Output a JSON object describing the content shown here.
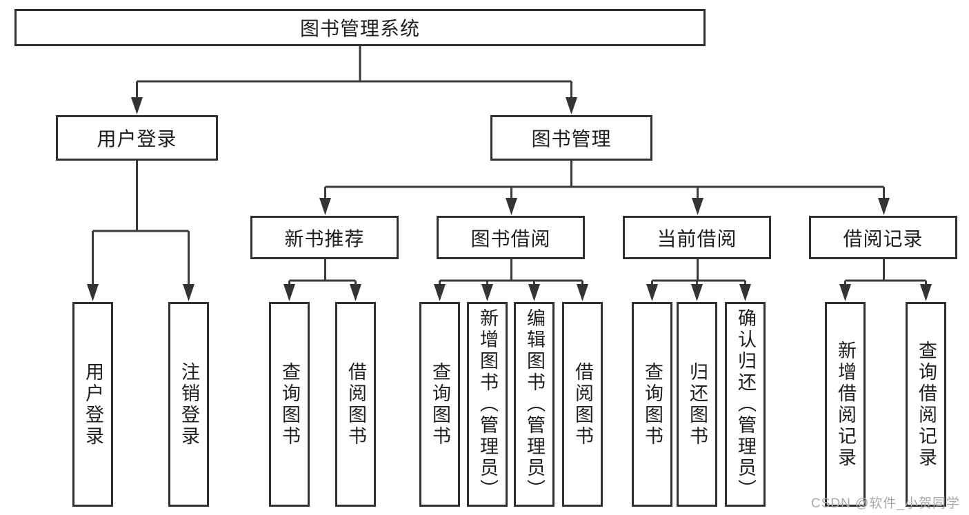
{
  "tree": {
    "root": {
      "label": "图书管理系统"
    },
    "children": [
      {
        "label": "用户登录",
        "children": [
          {
            "label": "用户登录"
          },
          {
            "label": "注销登录"
          }
        ]
      },
      {
        "label": "图书管理",
        "children": [
          {
            "label": "新书推荐",
            "children": [
              {
                "label": "查询图书"
              },
              {
                "label": "借阅图书"
              }
            ]
          },
          {
            "label": "图书借阅",
            "children": [
              {
                "label": "查询图书"
              },
              {
                "label": "新增图书（管理员）"
              },
              {
                "label": "编辑图书（管理员）"
              },
              {
                "label": "借阅图书"
              }
            ]
          },
          {
            "label": "当前借阅",
            "children": [
              {
                "label": "查询图书"
              },
              {
                "label": "归还图书"
              },
              {
                "label": "确认归还（管理员）"
              }
            ]
          },
          {
            "label": "借阅记录",
            "children": [
              {
                "label": "新增借阅记录"
              },
              {
                "label": "查询借阅记录"
              }
            ]
          }
        ]
      }
    ]
  },
  "colors": {
    "line": "#3a3a3a",
    "border": "#303030",
    "text": "#1e1e1e",
    "watermark": "#a9a9a9"
  },
  "watermark": "CSDN @软件_小贺同学"
}
